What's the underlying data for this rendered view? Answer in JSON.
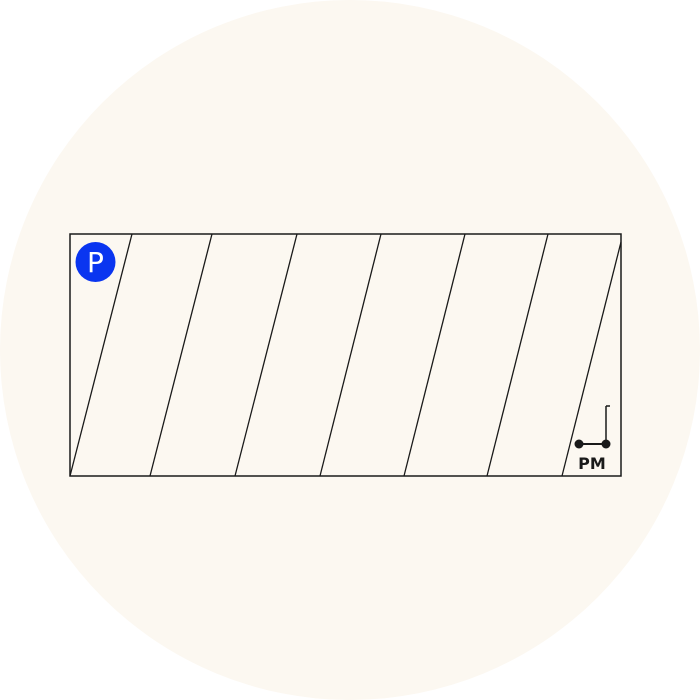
{
  "colors": {
    "background_circle": "#fcf8f1",
    "outline": "#1a1a1a",
    "parking_badge": "#0a35f0",
    "parking_badge_text": "#ffffff"
  },
  "parking_badge": {
    "icon": "parking-icon",
    "letter": "P"
  },
  "scooter_marker": {
    "icon": "kick-scooter-icon",
    "label": "PM"
  },
  "stall_count": 7
}
